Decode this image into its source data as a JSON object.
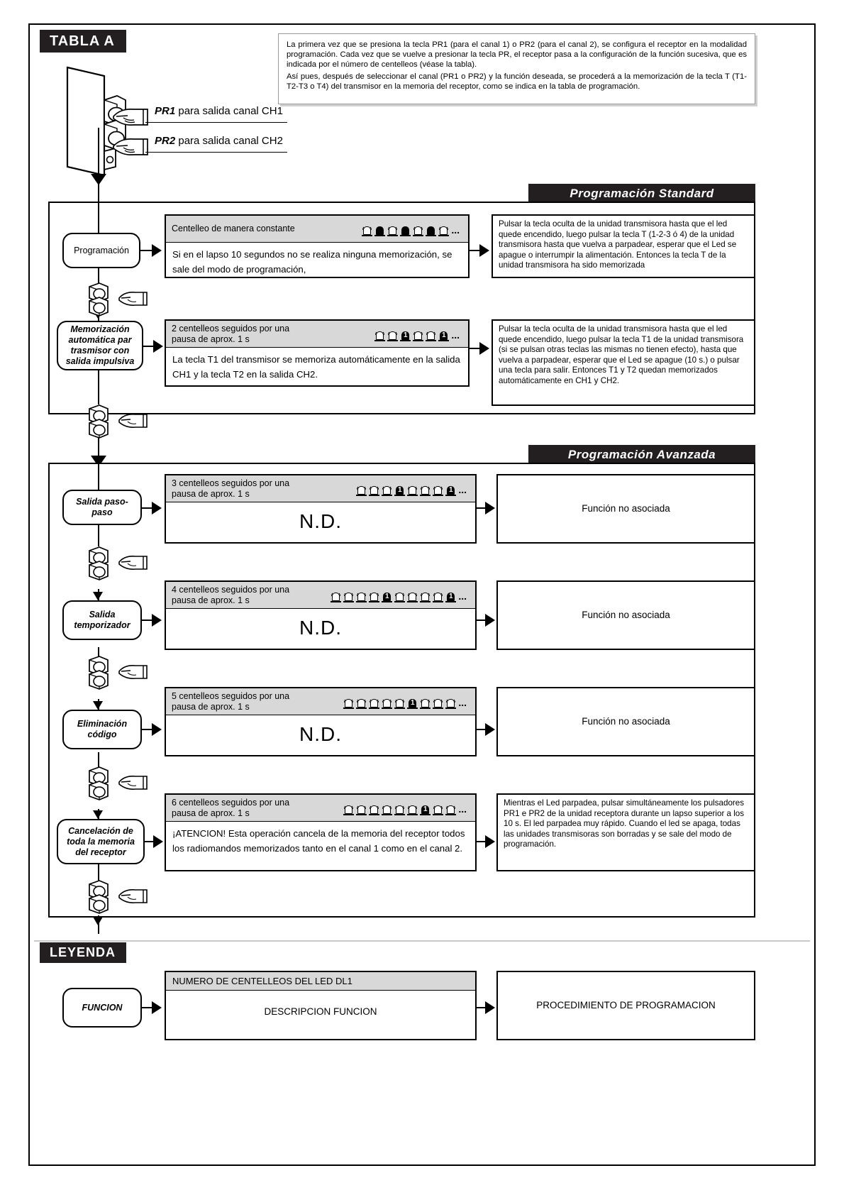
{
  "page": {
    "table_tab": "TABLA  A",
    "legend_tab": "LEYENDA",
    "standard_band": "Programación   Standard",
    "advanced_band": "Programación   Avanzada"
  },
  "intro": {
    "p1": "La primera vez que se presiona la tecla PR1 (para el canal 1) o PR2 (para el canal 2), se configura el receptor en la modalidad programación. Cada vez que se vuelve a presionar la tecla PR, el receptor pasa a la configuración de la función sucesiva, que es indicada por el número de centelleos (véase la tabla).",
    "p2": "Así pues, después de seleccionar el canal (PR1 o PR2) y la función deseada, se procederá a la memorización de la tecla T (T1-T2-T3 o T4) del transmisor en la memoria del receptor, como se indica en la tabla de programación."
  },
  "receiver": {
    "pr1_bold": "PR1",
    "pr1_rest": " para salida canal CH1",
    "pr2_bold": "PR2",
    "pr2_rest": " para salida canal CH2"
  },
  "rows": [
    {
      "function": "Programación",
      "blink_label": "Centelleo de manera constante",
      "led_pattern": [
        "on",
        "off",
        "on",
        "off",
        "on",
        "off",
        "on"
      ],
      "pause_digit": "",
      "description": "Si en el lapso 10 segundos no se realiza ninguna memorización, se sale del modo de programación,",
      "procedure": "Pulsar la tecla oculta de la unidad transmisora hasta que el led quede encendido, luego pulsar la tecla T (1-2-3 ó 4) de la unidad transmisora hasta que vuelva a parpadear, esperar que el Led se apague o interrumpir la alimentación. Entonces la tecla T de la unidad transmisora ha sido memorizada"
    },
    {
      "function": "Memorización automática par trasmisor con salida impulsiva",
      "blink_label": "2 centelleos seguidos por una\npausa de aprox. 1 s",
      "led_pattern": [
        "on",
        "on",
        "off",
        "on",
        "on",
        "off"
      ],
      "pause_digit": "1",
      "description": "La tecla T1 del transmisor se memoriza automáticamente en la salida CH1 y la tecla T2 en la salida CH2.",
      "procedure": "Pulsar la tecla oculta de la unidad transmisora hasta que el led quede encendido, luego pulsar la tecla T1 de la unidad transmisora (si se pulsan otras teclas las mismas no tienen efecto), hasta que vuelva a parpadear, esperar que el Led se apague (10 s.) o pulsar una tecla para salir. Entonces T1 y T2 quedan memorizados automáticamente en CH1 y CH2."
    },
    {
      "function": "Salida paso-paso",
      "blink_label": "3 centelleos seguidos por una\npausa de aprox. 1 s",
      "led_pattern": [
        "on",
        "on",
        "on",
        "off",
        "on",
        "on",
        "on",
        "off"
      ],
      "pause_digit": "1",
      "description": "N.D.",
      "procedure": "Función no asociada"
    },
    {
      "function": "Salida temporizador",
      "blink_label": "4 centelleos seguidos por una\npausa de aprox. 1 s",
      "led_pattern": [
        "on",
        "on",
        "on",
        "on",
        "off",
        "on",
        "on",
        "on",
        "on",
        "off"
      ],
      "pause_digit": "1",
      "description": "N.D.",
      "procedure": "Función no asociada"
    },
    {
      "function": "Eliminación código",
      "blink_label": "5 centelleos seguidos por una\npausa de aprox. 1 s",
      "led_pattern": [
        "on",
        "on",
        "on",
        "on",
        "on",
        "off",
        "on",
        "on",
        "on"
      ],
      "pause_digit": "1",
      "description": "N.D.",
      "procedure": "Función no asociada"
    },
    {
      "function": "Cancelación de toda la memoria del receptor",
      "blink_label": "6 centelleos seguidos por una\npausa de aprox. 1 s",
      "led_pattern": [
        "on",
        "on",
        "on",
        "on",
        "on",
        "on",
        "off",
        "on",
        "on"
      ],
      "pause_digit": "1",
      "description": "¡ATENCION! Esta operación cancela de la memoria del receptor todos los radiomandos memorizados tanto en el canal 1 como en el canal 2.",
      "procedure": "Mientras el Led parpadea, pulsar simultáneamente los pulsadores PR1 e PR2 de la unidad receptora durante un lapso superior a los 10 s. El led parpadea muy rápido. Cuando el led se apaga, todas las unidades transmisoras son borradas y se sale del modo de programación."
    }
  ],
  "legend": {
    "function": "FUNCION",
    "head": "NUMERO DE CENTELLEOS DEL LED DL1",
    "body": "DESCRIPCION FUNCION",
    "procedure": "PROCEDIMIENTO DE PROGRAMACION"
  },
  "colors": {
    "ink": "#000000",
    "band": "#231f20",
    "panel_head": "#d8d8d8"
  }
}
